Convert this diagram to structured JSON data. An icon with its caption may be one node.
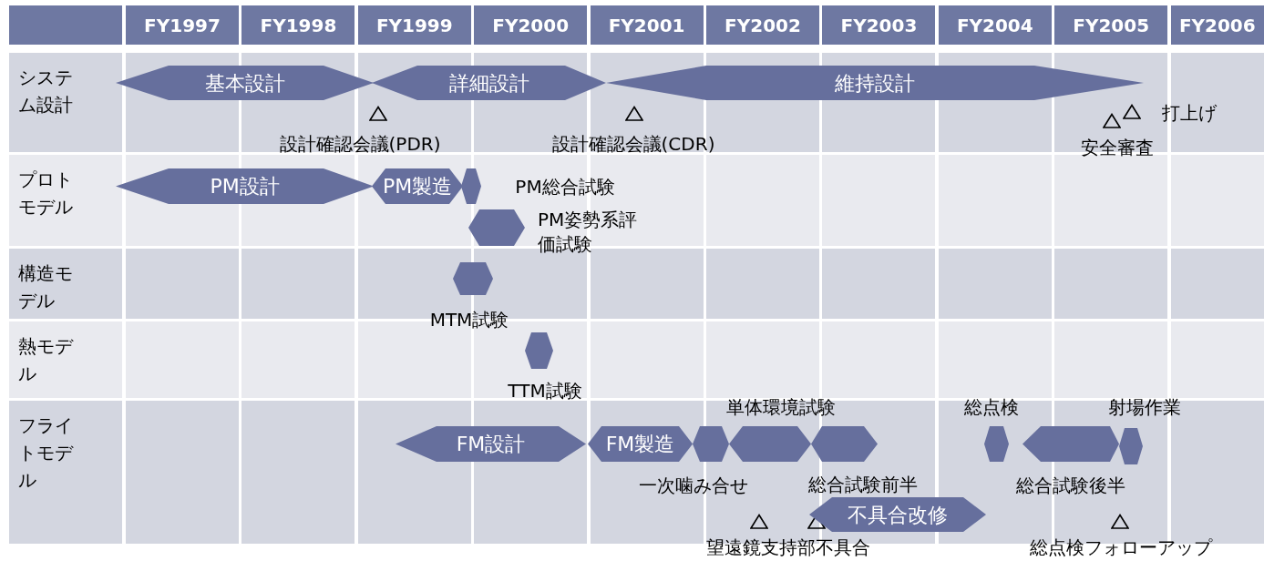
{
  "diagram": {
    "nodes": [
      {
        "text": [
          "基本設計"
        ]
      },
      {
        "text": [
          "詳細設計"
        ]
      },
      {
        "text": [
          "維持設計"
        ]
      },
      {
        "text": [
          "PM設計"
        ]
      },
      {
        "text": [
          "PM製造"
        ]
      },
      {
        "text": [],
        "shape": "hexagon"
      },
      {
        "text": [],
        "shape": "hexagon",
        "beside": [
          "PM姿勢系評価試験"
        ]
      },
      {
        "text": [],
        "shape": "hexagon",
        "beside": [
          "MTM試験"
        ]
      },
      {
        "text": [],
        "shape": "hexagon",
        "beside": [
          "TTM試験"
        ]
      },
      {
        "text": [
          "FM設計"
        ]
      },
      {
        "text": [
          "FM製造"
        ]
      },
      {
        "text": [],
        "shape": "hexagon",
        "beside": [
          "一次噛み合せ"
        ]
      },
      {
        "text": [],
        "shape": "hexagon",
        "beside": [
          "単体環境試験"
        ]
      },
      {
        "text": [],
        "shape": "hexagon"
      },
      {
        "text": [
          "不具合改修"
        ]
      },
      {
        "text": [],
        "shape": "hexagon",
        "beside": [
          "総点検"
        ]
      },
      {
        "text": [],
        "shape": "hexagon",
        "beside": [
          "総合試験後半"
        ]
      },
      {
        "text": [],
        "shape": "hexagon",
        "beside": [
          "射場作業"
        ]
      }
    ],
    "labels": [
      "FY1997",
      "FY1998",
      "FY1999",
      "FY2000",
      "FY2001",
      "FY2002",
      "FY2003",
      "FY2004",
      "FY2005",
      "FY2006",
      "システム設計",
      "設計確認会議(PDR)",
      "設計確認会議(CDR)",
      "打上げ",
      "安全審査",
      "プロトモデル",
      "PM総合試験",
      "構造モデル",
      "熱モデル",
      "フライトモデル",
      "総合試験前半",
      "望遠鏡支持部不具合",
      "総点検フォローアップ"
    ]
  }
}
